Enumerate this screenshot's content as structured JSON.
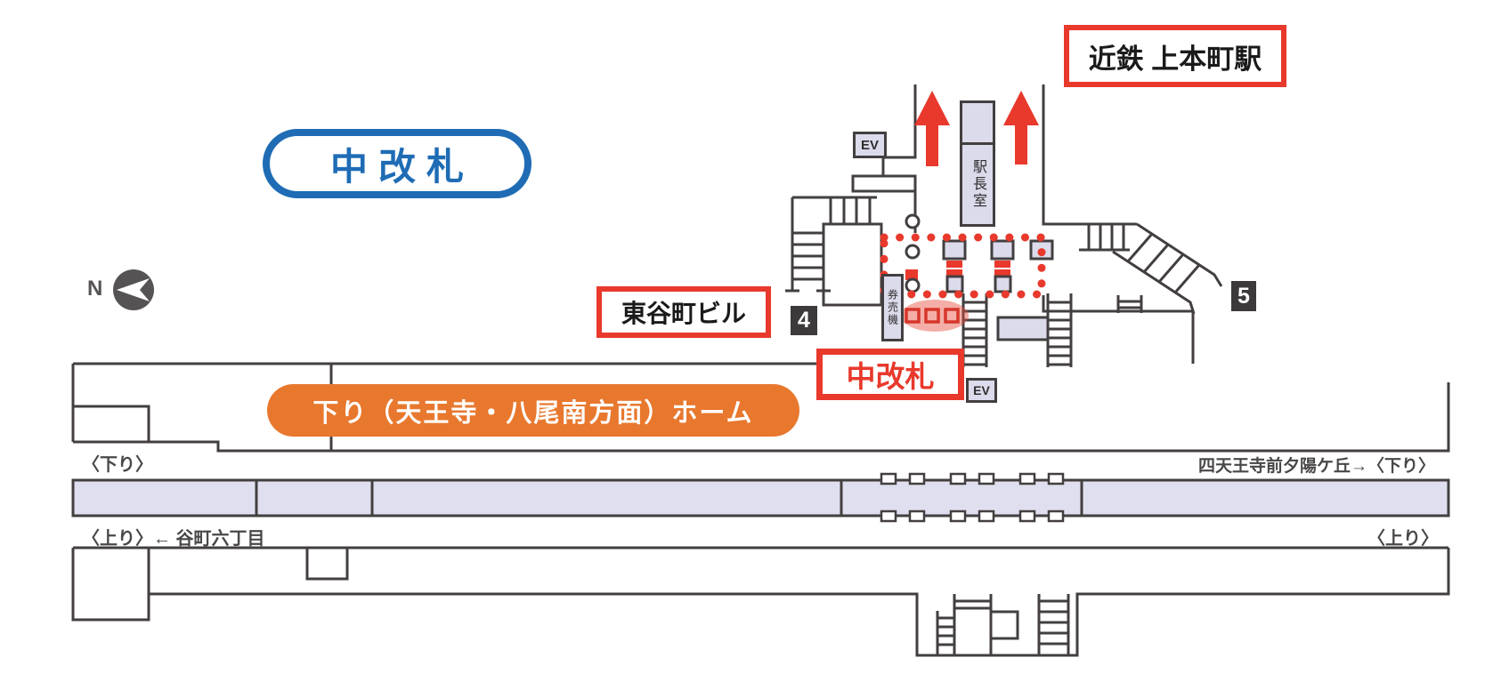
{
  "callouts": {
    "kintetsu_station": "近鉄 上本町駅",
    "center_gate_title": "中改札",
    "higashi_tanimachi_building": "東谷町ビル",
    "center_gate_pointer": "中改札",
    "down_platform_banner": "下り（天王寺・八尾南方面）ホーム"
  },
  "facilities": {
    "elevator_upper": "EV",
    "elevator_lower": "EV",
    "station_master_office": "駅長室",
    "ticket_machines": "券売機"
  },
  "exits": {
    "exit_4": "4",
    "exit_5": "5"
  },
  "compass": {
    "north": "N"
  },
  "tracks": {
    "down_line_left": "〈下り〉",
    "down_line_right": "四天王寺前夕陽ケ丘→〈下り〉",
    "up_line_left": "〈上り〉← 谷町六丁目",
    "up_line_right": "〈上り〉"
  },
  "colors": {
    "accent_red": "#e8392c",
    "accent_blue": "#1f6cb5",
    "accent_orange": "#e8782e",
    "wall": "#433f40",
    "room_fill": "#dcdbeb",
    "track_fill": "#e0dfef",
    "dark_box": "#3c3a3b"
  }
}
